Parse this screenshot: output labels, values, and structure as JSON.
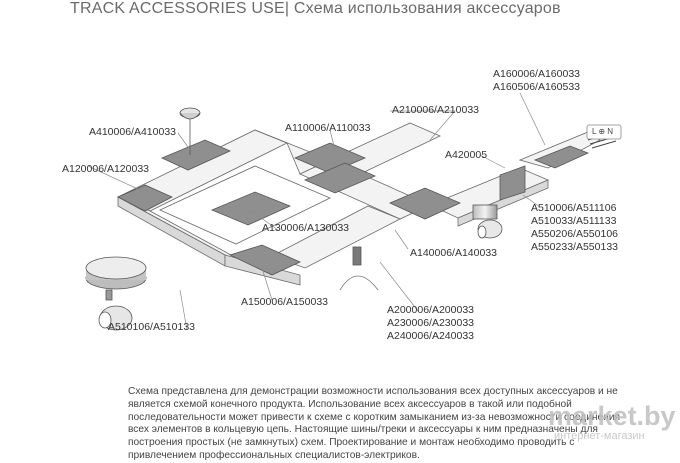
{
  "title": "TRACK ACCESSORIES USE| Схема использования аксессуаров",
  "labels": {
    "a410006": "A410006/A410033",
    "a120006": "A120006/A120033",
    "a110006": "A110006/A110033",
    "a210006": "A210006/A210033",
    "a160006": [
      "A160006/A160033",
      "A160506/A160533"
    ],
    "a420005": "A420005",
    "a510006": [
      "A510006/A511106",
      "A510033/A511133",
      "A550206/A550106",
      "A550233/A550133"
    ],
    "a130006": "A130006/A130033",
    "a140006": "A140006/A140033",
    "a150006": "A150006/A150033",
    "a510106": "A510106/A510133",
    "a200006": [
      "A200006/A200033",
      "A230006/A230033",
      "A240006/A240033"
    ]
  },
  "ln_symbol": "L ⊕ N",
  "note": "Схема представлена для демонстрации возможности использования всех доступных аксессуаров и не является схемой конечного продукта. Использование всех аксессуаров в такой или подобной последовательности может привести к схеме с коротким замыканием из-за невозможности соединения всех элементов в кольцевую цепь. Настоящие шины/треки и аксессуары к ним предназначены для построения простых (не замкнутых) схем. Проектирование и монтаж необходимо проводить с привлечением профессиональных специалистов-электриков.",
  "watermark": {
    "main": "market.by",
    "sub": "интернет-магазин"
  },
  "colors": {
    "track": "#f2f2f2",
    "track_side": "#d9d9d9",
    "connector": "#8e8e8e",
    "line": "#555555",
    "leader": "#888888"
  }
}
